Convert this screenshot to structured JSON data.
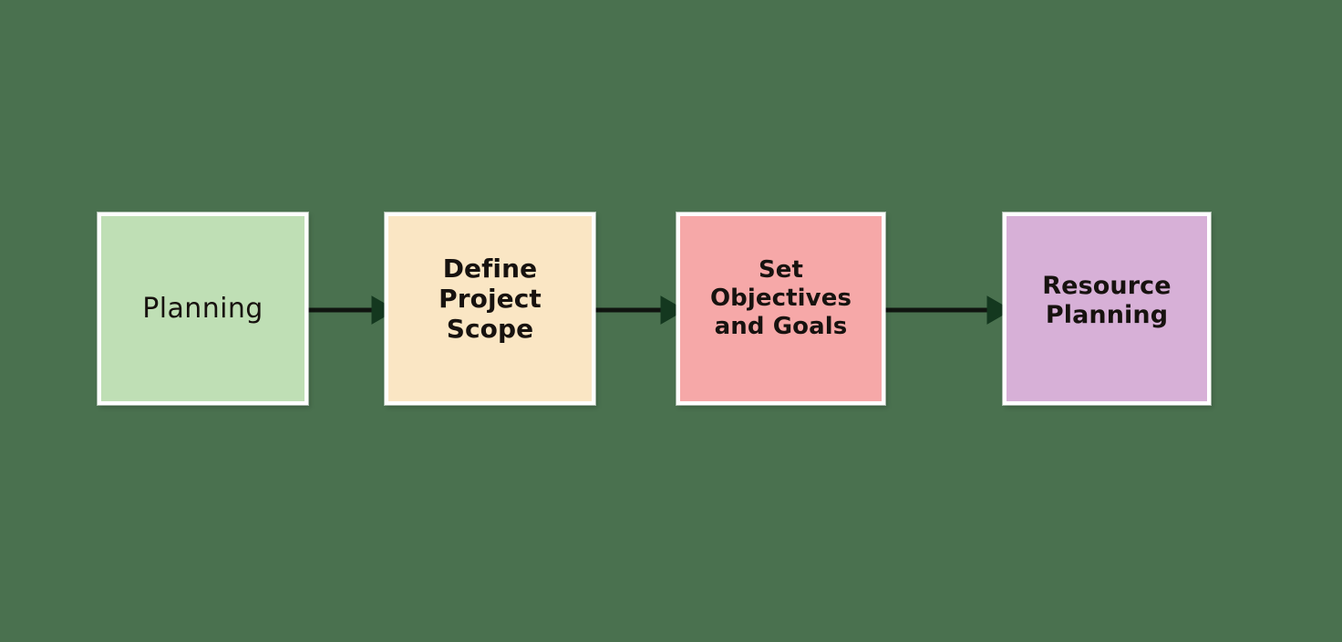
{
  "diagram": {
    "type": "flowchart",
    "orientation": "left-to-right",
    "background_color": "#4a714f",
    "node_border_color": "#ffffff",
    "connector_color": "#101510",
    "text_color": "#17120f",
    "nodes": [
      {
        "id": "planning",
        "label": "Planning",
        "fill_color": "#bfdfb5"
      },
      {
        "id": "define-scope",
        "label": "Define Project\nScope",
        "fill_color": "#fae6c4"
      },
      {
        "id": "set-objectives",
        "label": "Set Objectives\nand Goals",
        "fill_color": "#f6a8a8"
      },
      {
        "id": "resource-planning",
        "label": "Resource\nPlanning",
        "fill_color": "#d7b0d7"
      }
    ],
    "connectors": [
      {
        "id": "planning-to-define-scope",
        "from": "planning",
        "to": "define-scope",
        "arrowhead": "solid-triangle"
      },
      {
        "id": "define-scope-to-set-objectives",
        "from": "define-scope",
        "to": "set-objectives",
        "arrowhead": "solid-triangle"
      },
      {
        "id": "set-objectives-to-resource-planning",
        "from": "set-objectives",
        "to": "resource-planning",
        "arrowhead": "solid-triangle"
      }
    ]
  }
}
